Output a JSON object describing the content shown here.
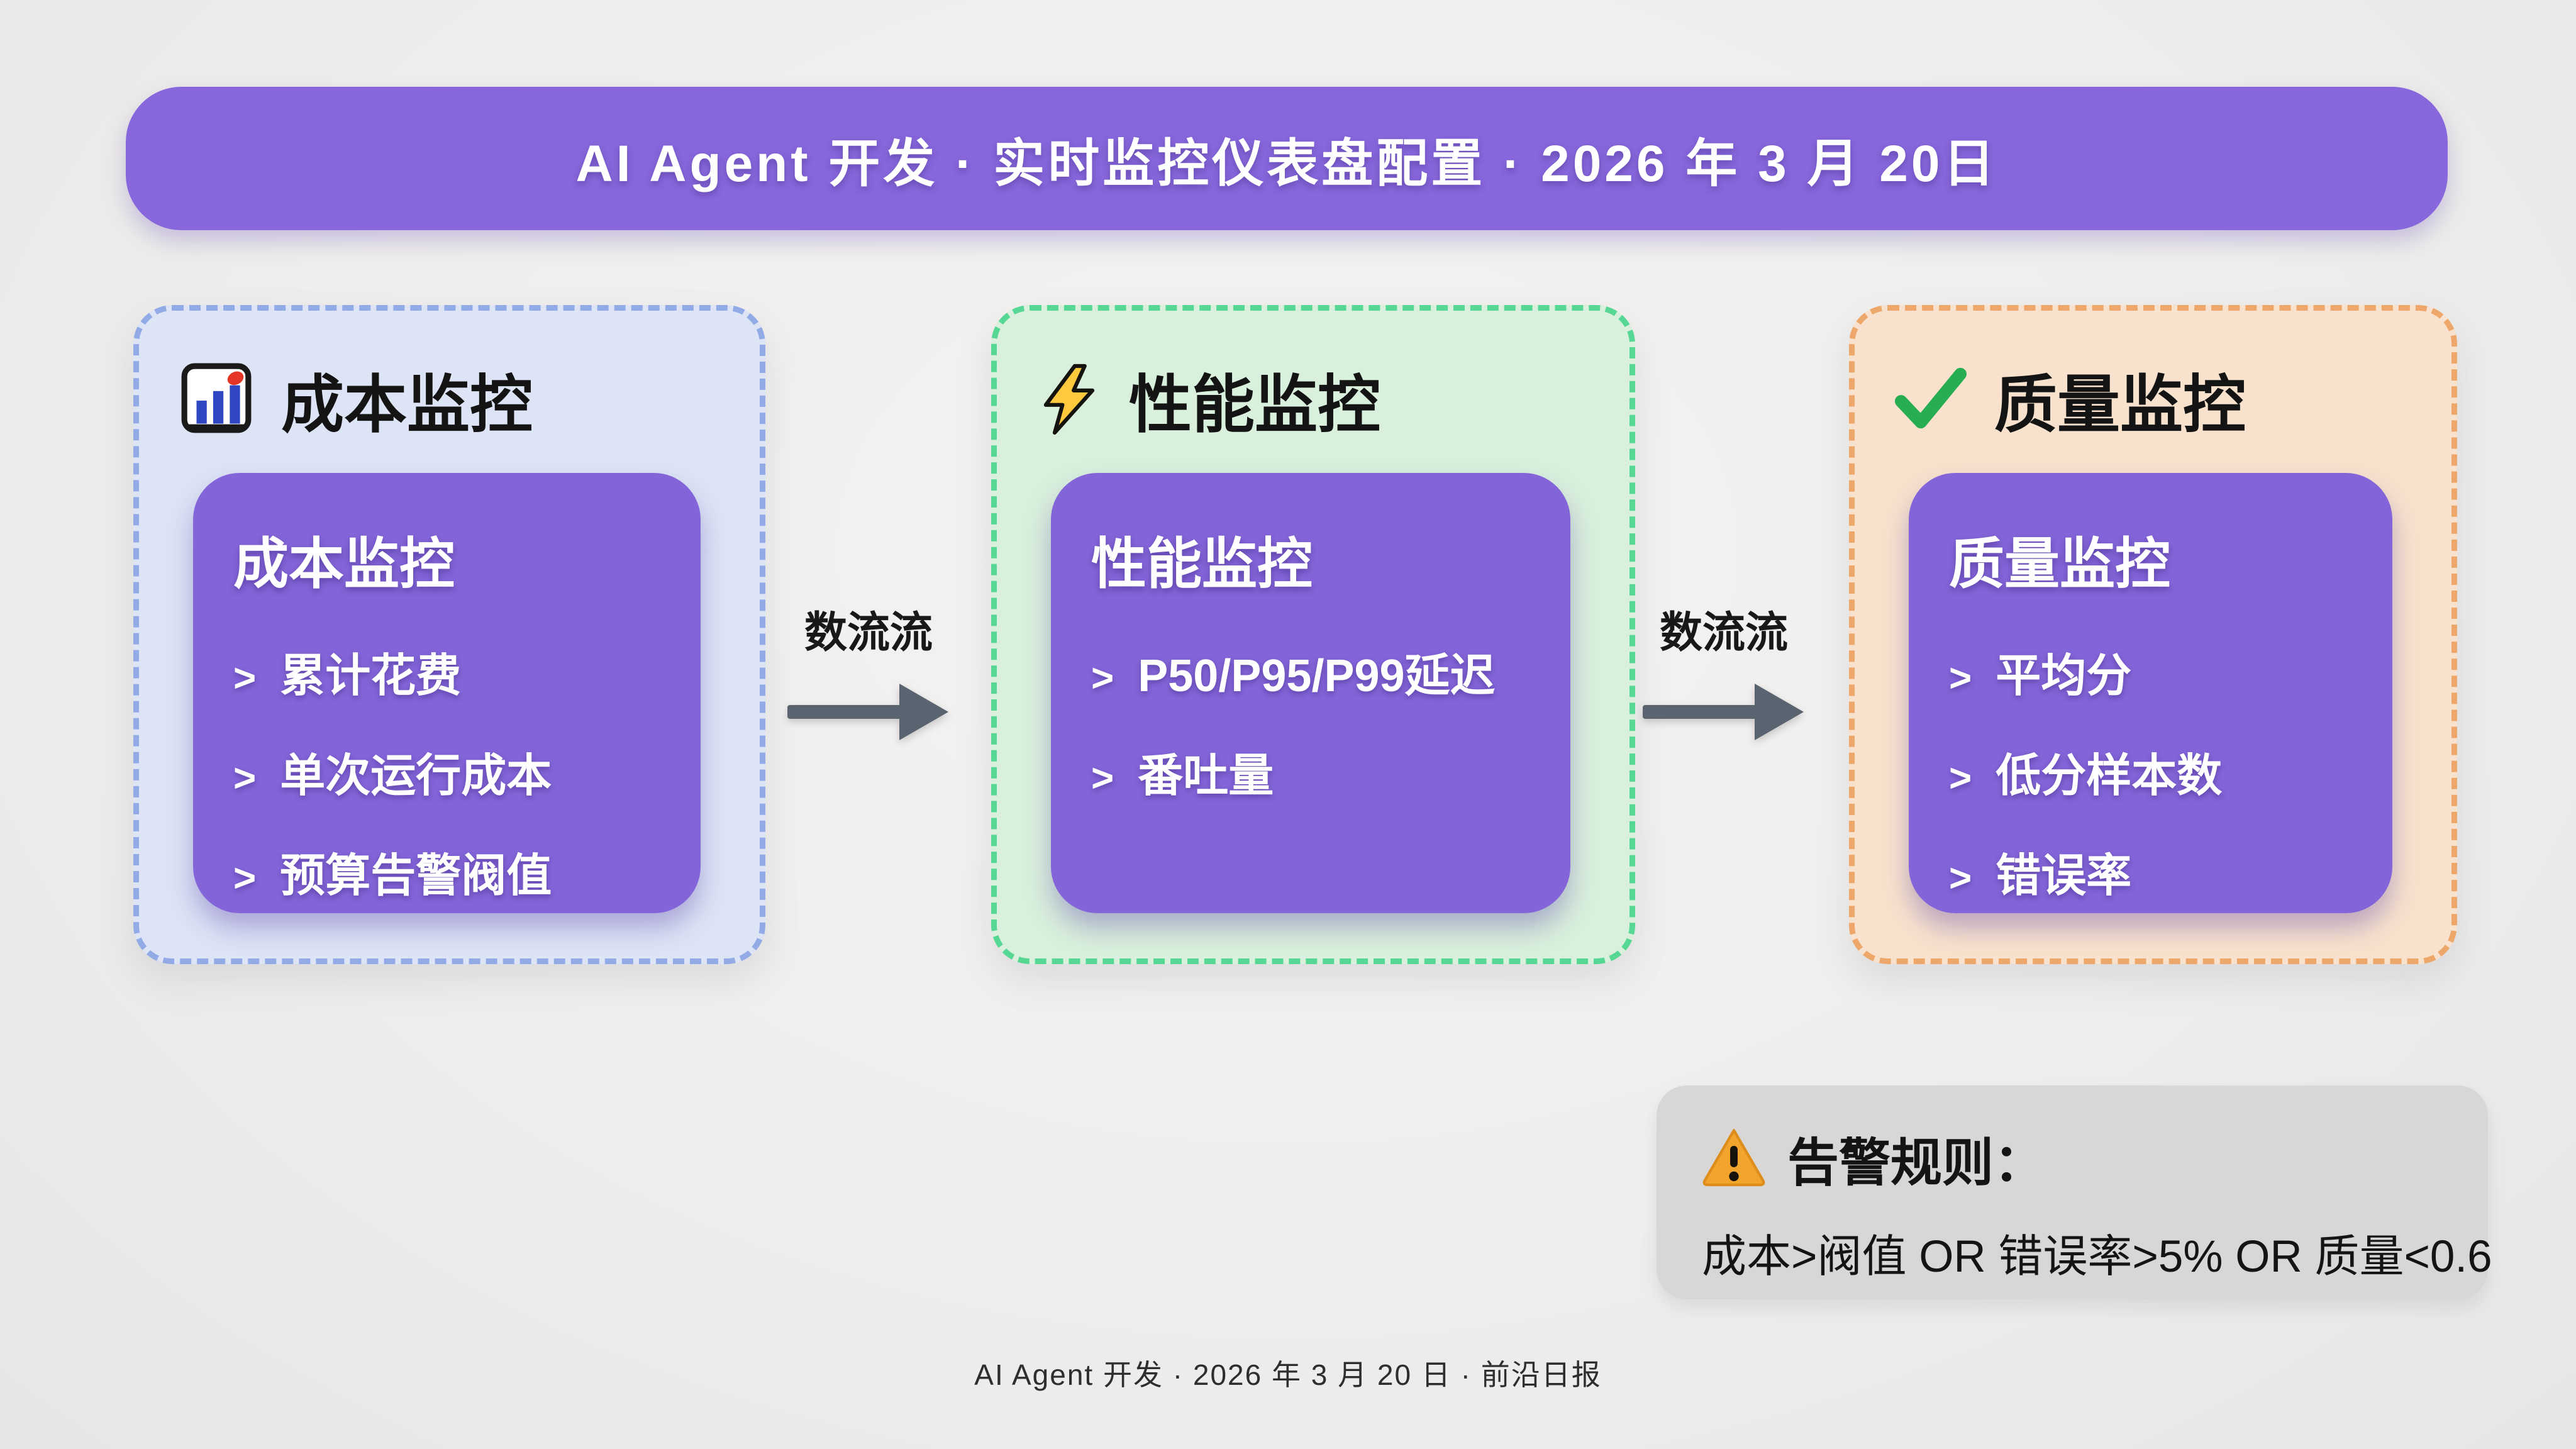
{
  "header": {
    "title": "AI Agent 开发  ·  实时监控仪表盘配置  ·  2026 年 3 月 20日"
  },
  "ui": {
    "item_marker": ">"
  },
  "panels": [
    {
      "title": "成本监控",
      "icon": "bar-chart",
      "bg": "#dde4f5",
      "border_color": "#92abe6",
      "card": {
        "title": "成本监控",
        "items": [
          "累计花费",
          "单次运行成本",
          "预算告警阀值"
        ]
      }
    },
    {
      "title": "性能监控",
      "icon": "lightning",
      "bg": "#d9f0dc",
      "border_color": "#57d794",
      "card": {
        "title": "性能监控",
        "items": [
          "P50/P95/P99延迟",
          "番吐量"
        ]
      }
    },
    {
      "title": "质量监控",
      "icon": "check-mark",
      "bg": "#f8e2cd",
      "border_color": "#eea76a",
      "card": {
        "title": "质量监控",
        "items": [
          "平均分",
          "低分样本数",
          "错误率"
        ]
      }
    }
  ],
  "flow": {
    "arrows": [
      {
        "label": "数流流"
      },
      {
        "label": "数流流"
      }
    ]
  },
  "alert": {
    "title": "告警规则：",
    "rule": "成本>阀值 OR 错误率>5% OR 质量<0.6"
  },
  "footer": {
    "caption": "AI Agent 开发 · 2026 年 3 月 20 日 · 前沿日报"
  },
  "colors": {
    "banner_bg": "#8767db",
    "card_bg": "#8465d9",
    "arrow": "#5a6470",
    "alert_bg": "#d8d7d5",
    "page_bg": "#efeeec",
    "panel1_border": "#92abe6",
    "panel2_border": "#57d794",
    "panel3_border": "#eea76a"
  }
}
